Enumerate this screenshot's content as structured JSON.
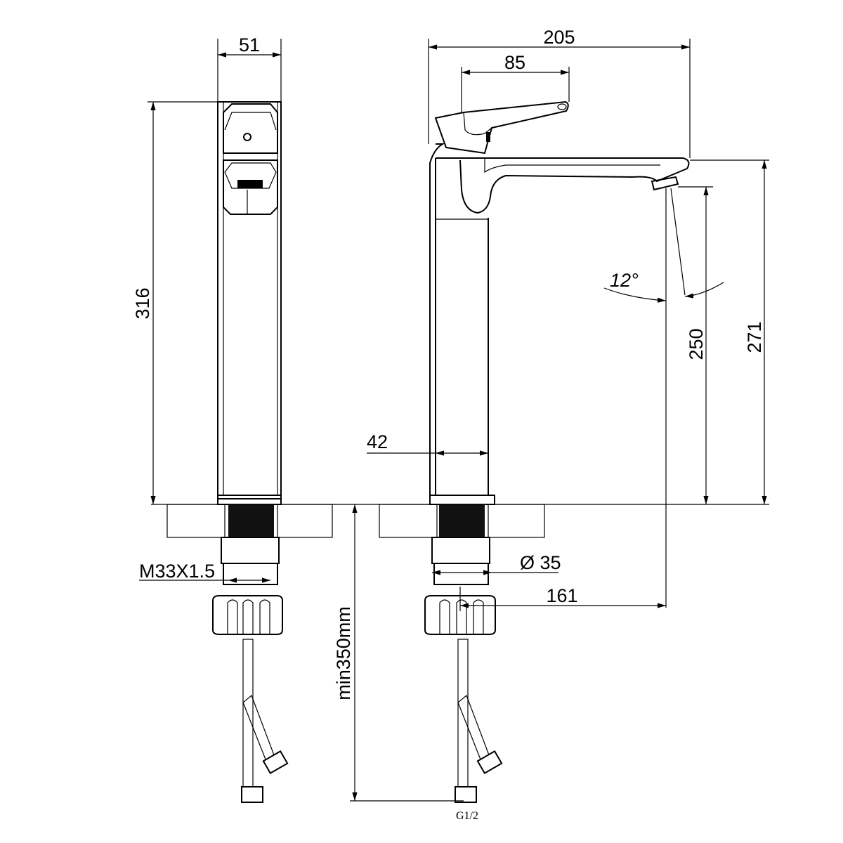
{
  "title": "Tall basin mixer technical drawing",
  "dimensions": {
    "side_width": "51",
    "side_height": "316",
    "total_depth": "205",
    "handle_length": "85",
    "spout_angle": "12°",
    "spout_clearance": "250",
    "spout_height": "271",
    "body_width": "42",
    "thread": "M33X1.5",
    "base_diameter": "Ø 35",
    "spout_reach": "161",
    "hose_length": "min350mm",
    "hose_connection": "G1/2"
  },
  "colors": {
    "line": "#000000",
    "background": "#ffffff"
  }
}
